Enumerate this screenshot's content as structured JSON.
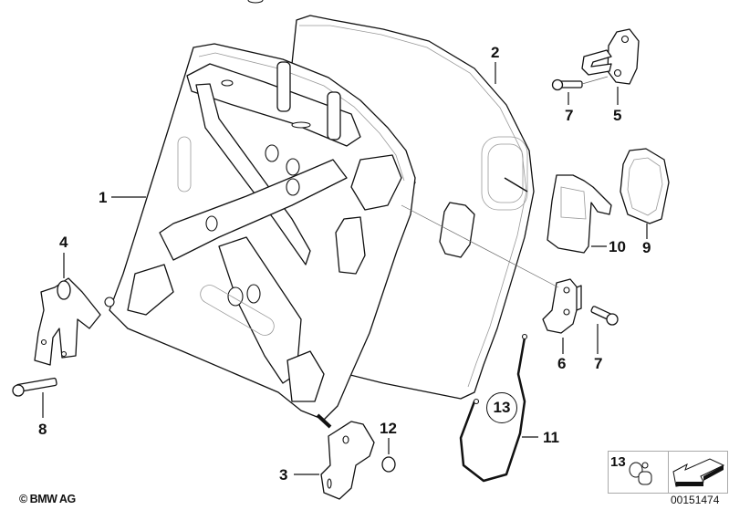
{
  "diagram": {
    "title": "Seat backrest frame exploded view",
    "callouts": [
      {
        "id": "1",
        "label": "1"
      },
      {
        "id": "2",
        "label": "2"
      },
      {
        "id": "3",
        "label": "3"
      },
      {
        "id": "4",
        "label": "4"
      },
      {
        "id": "5",
        "label": "5"
      },
      {
        "id": "6",
        "label": "6"
      },
      {
        "id": "7a",
        "label": "7"
      },
      {
        "id": "7b",
        "label": "7"
      },
      {
        "id": "8",
        "label": "8"
      },
      {
        "id": "9",
        "label": "9"
      },
      {
        "id": "10",
        "label": "10"
      },
      {
        "id": "11",
        "label": "11"
      },
      {
        "id": "12",
        "label": "12"
      }
    ],
    "circled_callout": "13",
    "inset": {
      "part_label": "13",
      "icons": [
        "clip-icon",
        "arrow-icon"
      ]
    }
  },
  "footer": {
    "copyright": "© BMW AG",
    "document_number": "00151474"
  }
}
